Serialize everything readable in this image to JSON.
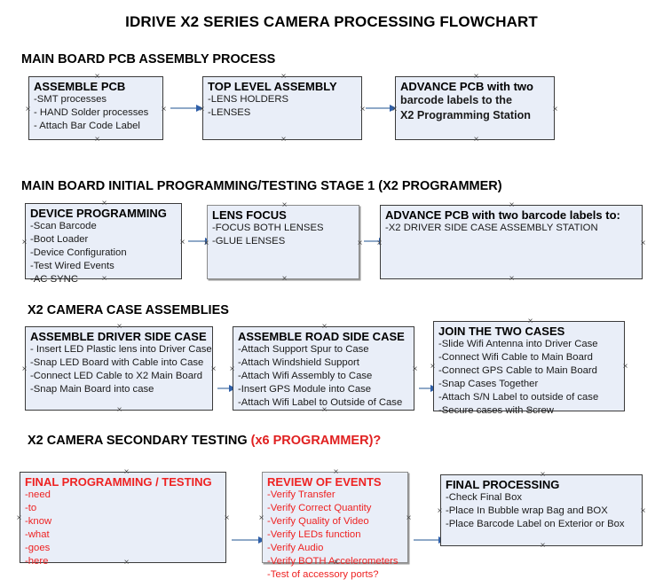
{
  "title": "IDRIVE X2  SERIES CAMERA PROCESSING FLOWCHART",
  "sections": [
    {
      "id": "main-board-pcb-assembly",
      "label": "MAIN BOARD PCB ASSEMBLY PROCESS",
      "accent": ""
    },
    {
      "id": "main-board-initial-programming",
      "label": "MAIN BOARD INITIAL PROGRAMMING/TESTING STAGE 1 (X2 PROGRAMMER)",
      "accent": ""
    },
    {
      "id": "x2-camera-case-assemblies",
      "label": "X2 CAMERA CASE ASSEMBLIES",
      "accent": ""
    },
    {
      "id": "x2-camera-secondary-testing",
      "label": "X2 CAMERA SECONDARY TESTING",
      "accent": "(x6 PROGRAMMER)?"
    }
  ],
  "nodes": {
    "assemble_pcb": {
      "title": "ASSEMBLE PCB",
      "lines": [
        "-SMT processes",
        "- HAND Solder processes",
        "- Attach Bar Code Label"
      ]
    },
    "top_level_assembly": {
      "title": "TOP LEVEL ASSEMBLY",
      "lines": [
        "-LENS HOLDERS",
        "-LENSES"
      ]
    },
    "advance_pcb_station": {
      "title": "ADVANCE PCB with two",
      "lines": [
        "barcode labels to the",
        " X2 Programming Station"
      ]
    },
    "device_programming": {
      "title": "DEVICE PROGRAMMING",
      "lines": [
        "-Scan Barcode",
        "-Boot Loader",
        "-Device Configuration",
        "-Test Wired Events",
        "-AC SYNC"
      ]
    },
    "lens_focus": {
      "title": "LENS FOCUS",
      "lines": [
        "-FOCUS BOTH LENSES",
        "-GLUE LENSES"
      ]
    },
    "advance_pcb_driver_case": {
      "title": "ADVANCE PCB with two barcode labels to:",
      "lines": [
        "-X2 DRIVER  SIDE  CASE  ASSEMBLY STATION"
      ]
    },
    "assemble_driver_side_case": {
      "title": "ASSEMBLE DRIVER SIDE CASE",
      "lines": [
        "- Insert LED Plastic lens into Driver Case",
        "-Snap LED Board with Cable into Case",
        "-Connect LED Cable to X2 Main Board",
        "-Snap Main Board into case"
      ]
    },
    "assemble_road_side_case": {
      "title": "ASSEMBLE ROAD SIDE CASE",
      "lines": [
        "-Attach Support Spur to Case",
        "-Attach Windshield Support",
        "-Attach Wifi Assembly to Case",
        "-Insert GPS Module into Case",
        "-Attach Wifi Label to Outside of Case"
      ]
    },
    "join_the_two_cases": {
      "title": "JOIN THE TWO CASES",
      "lines": [
        "-Slide Wifi Antenna into Driver Case",
        "-Connect Wifi Cable to Main Board",
        "-Connect GPS Cable to Main Board",
        "-Snap Cases Together",
        "-Attach S/N Label to outside of case",
        "-Secure cases with Screw"
      ]
    },
    "final_programming_testing": {
      "title": "FINAL PROGRAMMING / TESTING",
      "lines": [
        "-need",
        "-to",
        "-know",
        "-what",
        "-goes",
        "-here"
      ]
    },
    "review_of_events": {
      "title": "REVIEW OF EVENTS",
      "lines": [
        "-Verify Transfer",
        "-Verify Correct Quantity",
        "-Verify Quality of Video",
        "-Verify LEDs function",
        "-Verify Audio",
        "-Verify BOTH Accelerometers",
        "-Test of accessory ports?"
      ]
    },
    "final_processing": {
      "title": "FINAL PROCESSING",
      "lines": [
        " -Check Final Box",
        "-Place In Bubble wrap Bag and BOX",
        "-Place Barcode Label on Exterior or Box"
      ]
    }
  },
  "colors": {
    "node_fill": "#e9eef8",
    "node_border": "#3b3b3b",
    "connector": "#8fa9c8",
    "arrowhead": "#2f5fa8",
    "red_text": "#ee2222",
    "black_text": "#000000"
  }
}
